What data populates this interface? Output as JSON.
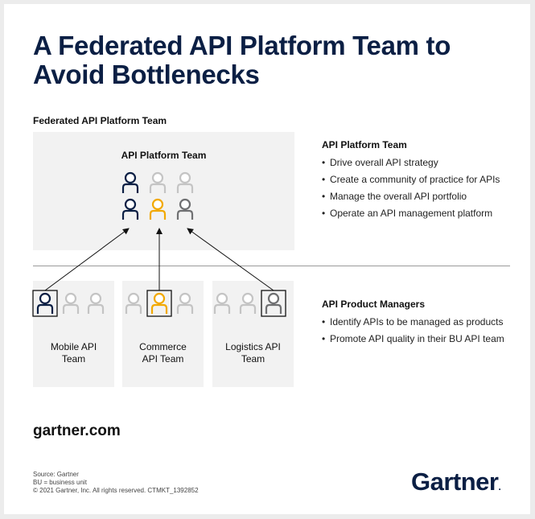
{
  "title": "A Federated API Platform Team to\nAvoid Bottlenecks",
  "federated_label": "Federated API Platform Team",
  "platform_box": {
    "label": "API Platform Team"
  },
  "teams": [
    {
      "label": "Mobile API\nTeam"
    },
    {
      "label": "Commerce\nAPI Team"
    },
    {
      "label": "Logistics API\nTeam"
    }
  ],
  "platform_panel": {
    "heading": "API Platform Team",
    "bullets": [
      "Drive overall API strategy",
      "Create a community of practice for APIs",
      "Manage the overall API portfolio",
      "Operate an API management platform"
    ]
  },
  "product_panel": {
    "heading": "API Product Managers",
    "bullets": [
      "Identify APIs to be managed as products",
      "Promote API quality in their BU API team"
    ]
  },
  "website": "gartner.com",
  "footnotes": [
    "Source: Gartner",
    "BU = business unit",
    "© 2021 Gartner, Inc. All rights reserved. CTMKT_1392852"
  ],
  "logo": {
    "text": "Gartner",
    "mark": "."
  },
  "colors": {
    "navy": "#0b1f44",
    "gold": "#f2a900",
    "gray": "#6f7072",
    "light_gray": "#c4c4c4",
    "box": "#f2f2f2"
  }
}
